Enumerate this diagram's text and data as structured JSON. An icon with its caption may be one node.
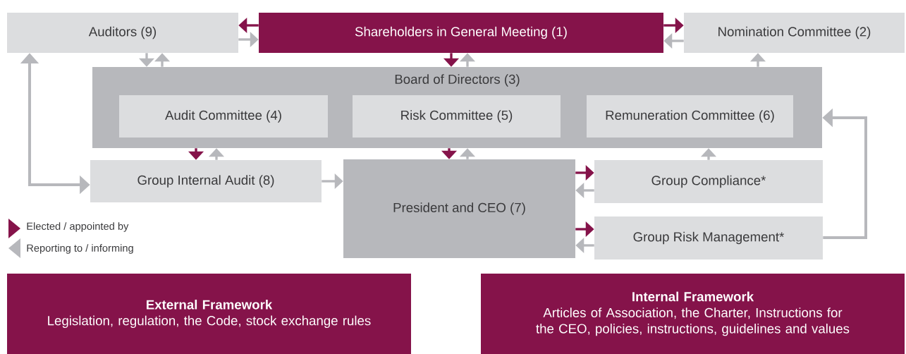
{
  "diagram": {
    "nodes": [
      {
        "text": [
          "Auditors (9)"
        ]
      },
      {
        "text": [
          "Shareholders in General Meeting (1)"
        ]
      },
      {
        "text": [
          "Nomination Committee (2)"
        ]
      },
      {
        "text": [
          "Board of Directors (3)"
        ]
      },
      {
        "text": [
          "Audit Committee (4)"
        ],
        "in": 3
      },
      {
        "text": [
          "Risk Committee (5)"
        ],
        "in": 3
      },
      {
        "text": [
          "Remuneration Committee (6)"
        ],
        "in": 3
      },
      {
        "text": [
          "Group Internal Audit (8)"
        ]
      },
      {
        "text": [
          "President and CEO (7)"
        ]
      },
      {
        "text": [
          "Group Compliance*"
        ]
      },
      {
        "text": [
          "Group Risk Management*"
        ]
      },
      {
        "text": [
          "External Framework",
          "Legislation, regulation, the Code, stock exchange rules"
        ]
      },
      {
        "text": [
          "Internal Framework",
          "Articles of Association, the Charter, Instructions for the CEO, policies, instructions, guidelines and values"
        ]
      }
    ],
    "edges": [
      {
        "from": 1,
        "to": 0,
        "arrow": "to",
        "color": "#85134a"
      },
      {
        "from": 0,
        "to": 1,
        "arrow": "to"
      },
      {
        "from": 1,
        "to": 2,
        "arrow": "to",
        "color": "#85134a"
      },
      {
        "from": 2,
        "to": 1,
        "arrow": "to"
      },
      {
        "from": 0,
        "to": 3,
        "arrow": "to"
      },
      {
        "from": 3,
        "to": 0,
        "arrow": "to"
      },
      {
        "from": 1,
        "to": 3,
        "arrow": "to",
        "color": "#85134a"
      },
      {
        "from": 3,
        "to": 1,
        "arrow": "to"
      },
      {
        "from": 3,
        "to": 2,
        "arrow": "to"
      },
      {
        "from": 3,
        "to": 7,
        "arrow": "to",
        "color": "#85134a"
      },
      {
        "from": 7,
        "to": 3,
        "arrow": "to"
      },
      {
        "from": 3,
        "to": 8,
        "arrow": "to",
        "color": "#85134a"
      },
      {
        "from": 8,
        "to": 3,
        "arrow": "to"
      },
      {
        "from": 7,
        "to": 8,
        "arrow": "to"
      },
      {
        "from": 8,
        "to": 9,
        "arrow": "to",
        "color": "#85134a"
      },
      {
        "from": 9,
        "to": 8,
        "arrow": "to"
      },
      {
        "from": 8,
        "to": 10,
        "arrow": "to",
        "color": "#85134a"
      },
      {
        "from": 10,
        "to": 8,
        "arrow": "to"
      },
      {
        "from": 9,
        "to": 3,
        "arrow": "to"
      },
      {
        "from": 10,
        "to": 3,
        "arrow": "to"
      },
      {
        "from": 7,
        "to": 0,
        "arrow": "both"
      }
    ],
    "legend": [
      {
        "text": "Elected / appointed by"
      },
      {
        "text": "Reporting to / informing"
      }
    ]
  }
}
